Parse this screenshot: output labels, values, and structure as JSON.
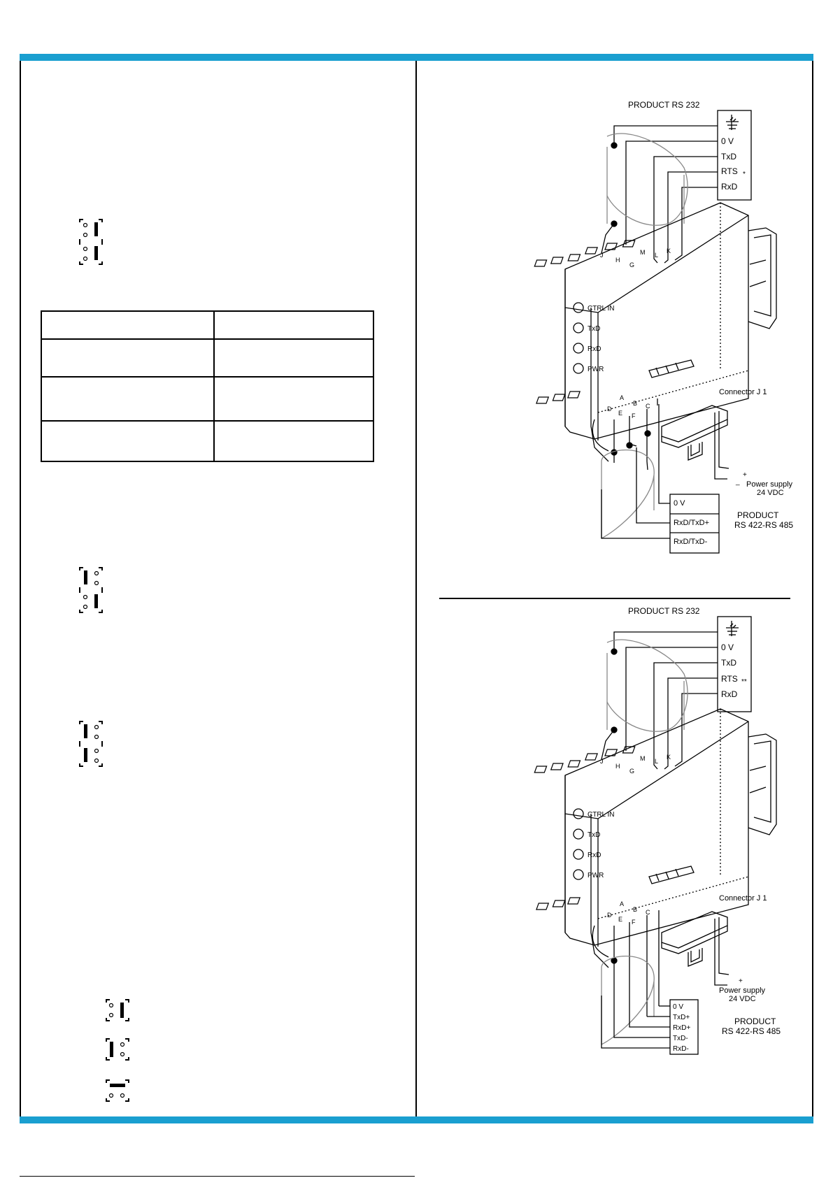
{
  "colors": {
    "accent_bar": "#1a9fd0",
    "ink": "#000000"
  },
  "table": {
    "rows": 4,
    "cols": 2
  },
  "diagram_top": {
    "product_title": "PRODUCT RS 232",
    "pins": [
      "0 V",
      "TxD",
      "RTS",
      "RxD"
    ],
    "rts_mark": "*",
    "terminals_top": [
      "J",
      "H",
      "G",
      "M",
      "L",
      "K"
    ],
    "leds": [
      "CTRL IN",
      "TxD",
      "RxD",
      "PWR"
    ],
    "terminals_bottom": [
      "A",
      "B",
      "C",
      "D",
      "E",
      "F"
    ],
    "connector": "Connector J 1",
    "plus": "+",
    "minus": "_",
    "power_supply": "Power supply",
    "power_voltage": "24 VDC",
    "product2_line1": "PRODUCT",
    "product2_line2": "RS 422-RS 485",
    "pins2": [
      "0 V",
      "RxD/TxD+",
      "RxD/TxD-"
    ]
  },
  "diagram_bottom": {
    "product_title": "PRODUCT RS 232",
    "pins": [
      "0 V",
      "TxD",
      "RTS",
      "RxD"
    ],
    "rts_mark": "**",
    "terminals_top": [
      "J",
      "H",
      "G",
      "M",
      "L",
      "K"
    ],
    "leds": [
      "CTRL IN",
      "TxD",
      "RxD",
      "PWR"
    ],
    "terminals_bottom": [
      "A",
      "B",
      "C",
      "D",
      "E",
      "F"
    ],
    "connector": "Connector J 1",
    "plus": "+",
    "power_supply": "Power supply",
    "power_voltage": "24 VDC",
    "product2_line1": "PRODUCT",
    "product2_line2": "RS 422-RS 485",
    "pins2": [
      "0 V",
      "TxD+",
      "RxD+",
      "TxD-",
      "RxD-"
    ]
  }
}
